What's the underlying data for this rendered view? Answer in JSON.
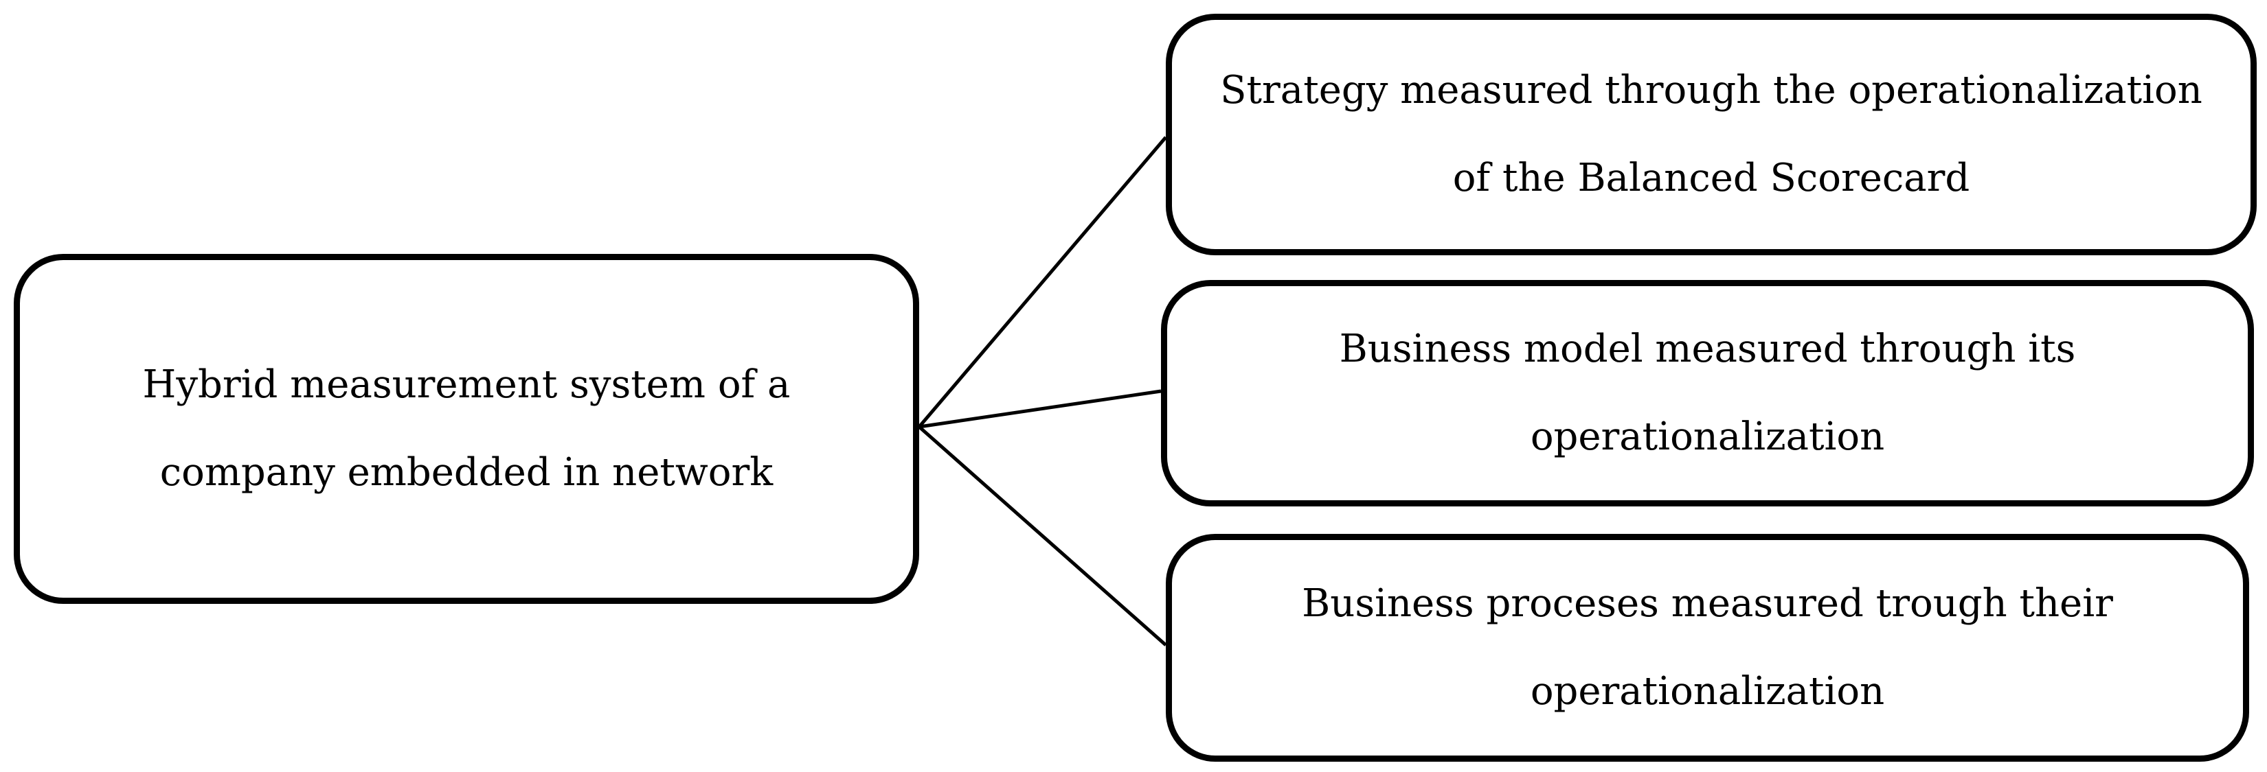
{
  "diagram": {
    "root": {
      "line1": "Hybrid measurement system of a",
      "line2": "company embedded in network"
    },
    "branches": [
      {
        "line1": "Strategy measured through the operationalization",
        "line2": "of the Balanced Scorecard"
      },
      {
        "line1": "Business model measured through its",
        "line2": "operationalization"
      },
      {
        "line1": "Business proceses measured trough their",
        "line2": "operationalization"
      }
    ]
  },
  "colors": {
    "stroke": "#000000",
    "background": "#ffffff"
  }
}
